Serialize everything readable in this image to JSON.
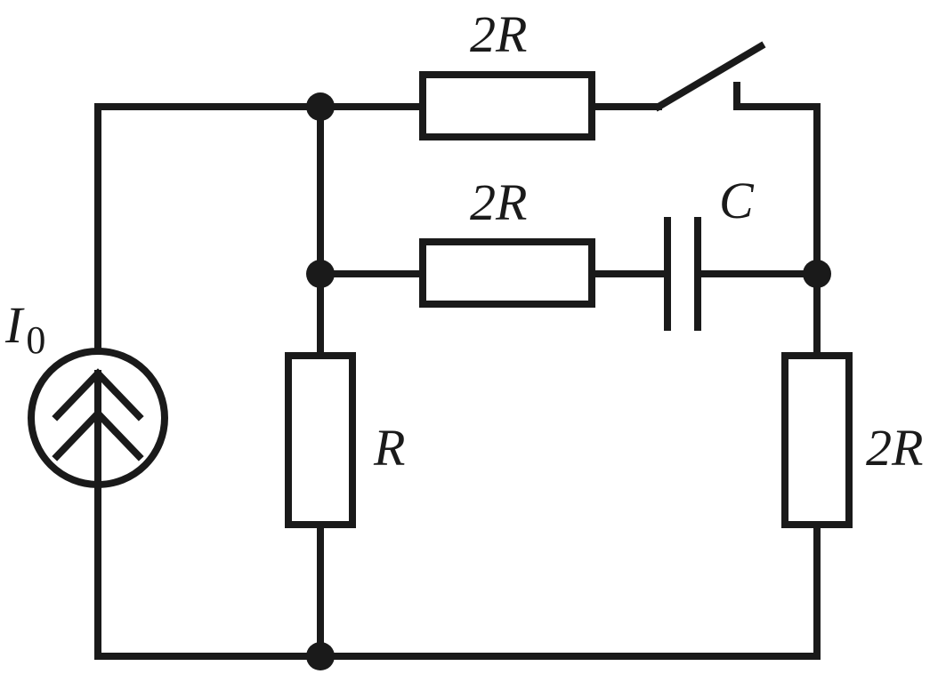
{
  "labels": {
    "top_resistor": "2R",
    "middle_resistor": "2R",
    "capacitor": "C",
    "left_resistor": "R",
    "right_resistor": "2R",
    "source_symbol": "I",
    "source_subscript": "0"
  },
  "colors": {
    "ink": "#1a1a1a",
    "background": "#ffffff"
  },
  "components": [
    {
      "kind": "current-source",
      "label": "I0"
    },
    {
      "kind": "resistor",
      "label": "2R",
      "branch": "top",
      "in_series_with": "switch"
    },
    {
      "kind": "switch",
      "state": "open"
    },
    {
      "kind": "resistor",
      "label": "2R",
      "branch": "middle",
      "in_series_with": "capacitor"
    },
    {
      "kind": "capacitor",
      "label": "C"
    },
    {
      "kind": "resistor",
      "label": "R",
      "branch": "left-vertical"
    },
    {
      "kind": "resistor",
      "label": "2R",
      "branch": "right-vertical"
    }
  ],
  "junction_count": 4
}
